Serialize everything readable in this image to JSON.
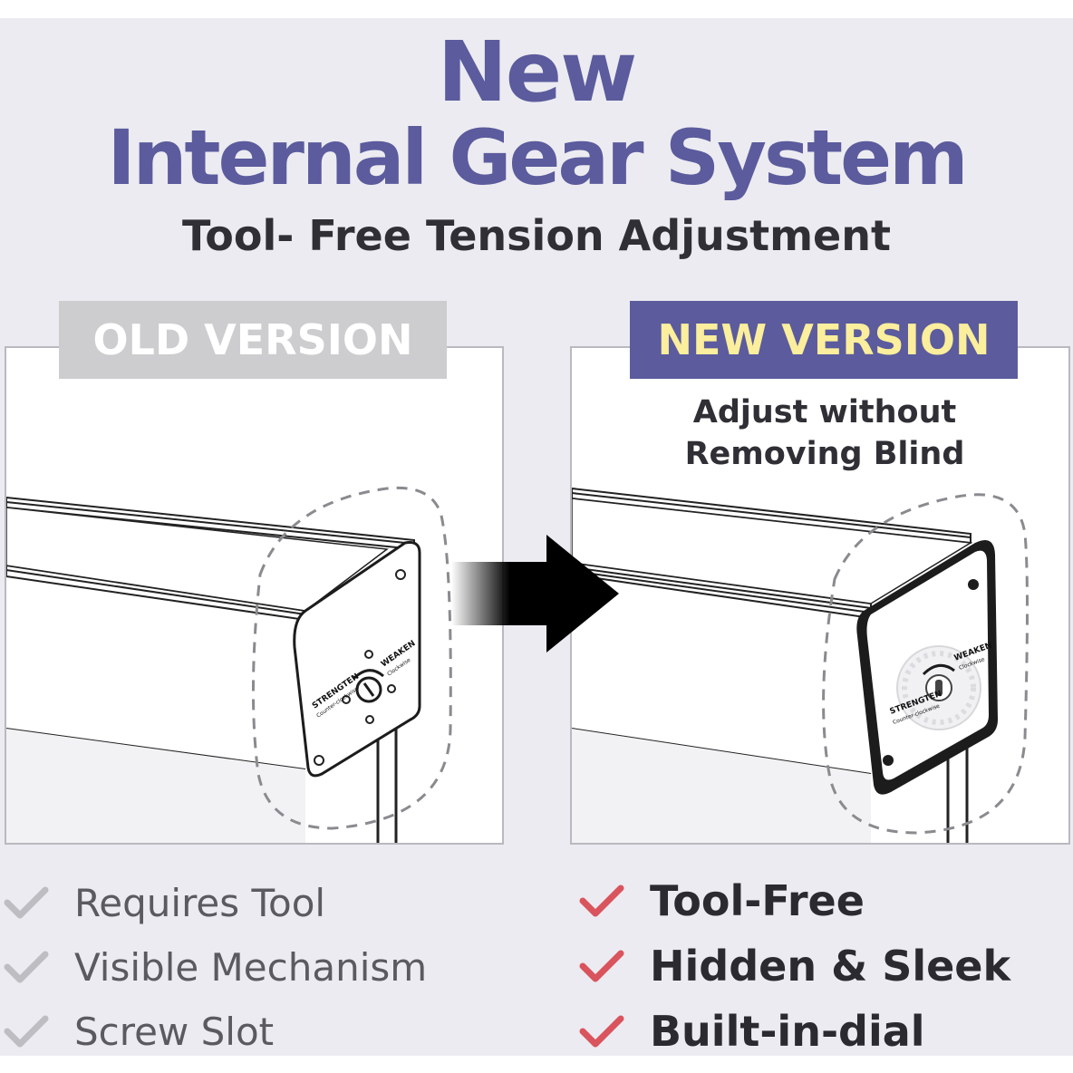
{
  "header": {
    "line1": "New",
    "line2": "Internal Gear System",
    "subtitle": "Tool- Free Tension Adjustment"
  },
  "old_panel": {
    "label": "OLD VERSION",
    "dial_strengthen": "STRENGTEN",
    "dial_strengthen_sub": "Counter-clockwise",
    "dial_weaken": "WEAKEN",
    "dial_weaken_sub": "Clockwise",
    "features": [
      "Requires Tool",
      "Visible Mechanism",
      "Screw Slot"
    ]
  },
  "new_panel": {
    "label": "NEW VERSION",
    "caption_line1": "Adjust without",
    "caption_line2": "Removing Blind",
    "dial_strengthen": "STRENGTEN",
    "dial_strengthen_sub": "Counter-clockwise",
    "dial_weaken": "WEAKEN",
    "dial_weaken_sub": "Clockwise",
    "features": [
      "Tool-Free",
      "Hidden & Sleek",
      "Built-in-dial"
    ]
  },
  "colors": {
    "accent_purple": "#5b5b9d",
    "accent_yellow": "#fbee9c",
    "check_old": "#bdbdc2",
    "check_new": "#d9545d",
    "background": "#ecebf1"
  },
  "icons": {
    "arrow": "right-arrow-icon",
    "check": "check-icon"
  }
}
